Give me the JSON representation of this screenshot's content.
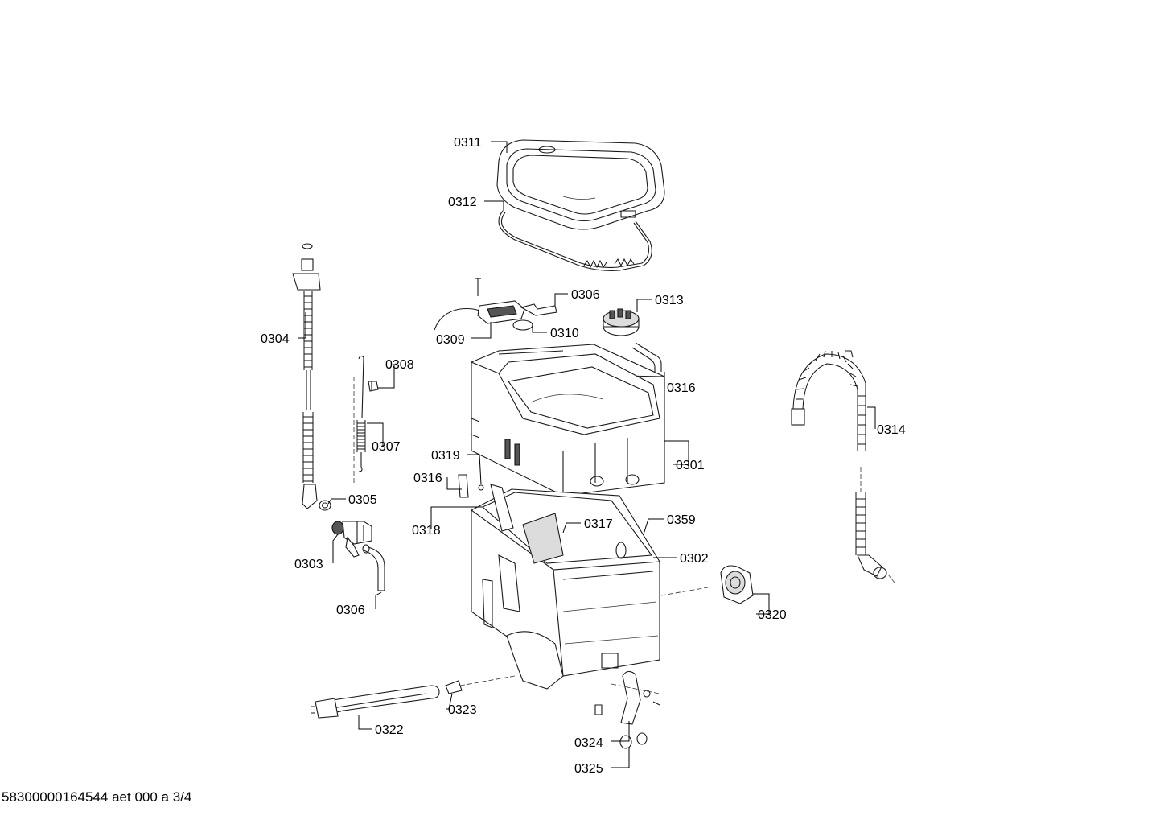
{
  "document": {
    "id_text": "58300000164544 aet 000 a 3/4"
  },
  "callouts": {
    "c0311": "0311",
    "c0312": "0312",
    "c0306_top": "0306",
    "c0313": "0313",
    "c0309": "0309",
    "c0310": "0310",
    "c0304": "0304",
    "c0308": "0308",
    "c0316_top": "0316",
    "c0307": "0307",
    "c0314": "0314",
    "c0319": "0319",
    "c0301": "0301",
    "c0316_left": "0316",
    "c0305": "0305",
    "c0317": "0317",
    "c0359": "0359",
    "c0318": "0318",
    "c0302": "0302",
    "c0303": "0303",
    "c0320": "0320",
    "c0306_bottom": "0306",
    "c0323": "0323",
    "c0322": "0322",
    "c0324": "0324",
    "c0325": "0325"
  }
}
